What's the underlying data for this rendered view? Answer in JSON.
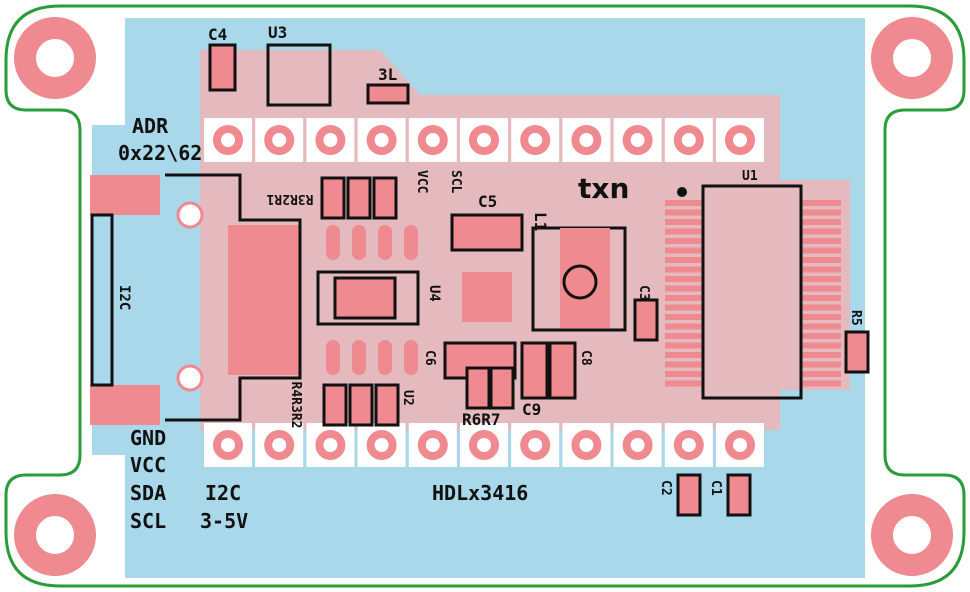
{
  "title": "HDLx3416 I2C display board PCB layout",
  "colors": {
    "board": "#a8d8ea",
    "copper": "#ee8a90",
    "copper_light": "#f2b3b3",
    "pad_bg": "#ffffff",
    "silk": "#111111",
    "outline": "#2a9d3a"
  },
  "labels": {
    "c4": "C4",
    "u3": "U3",
    "jl": "3L",
    "adr": "ADR",
    "addr_values": "0x22\\62",
    "r_top": "R3R2R1",
    "vcc_scl_top": "VCC",
    "scl_top": "SCL",
    "c5": "C5",
    "l1": "L1",
    "logo": "txn",
    "u1": "U1",
    "u4": "U4",
    "c3": "C3",
    "r5": "R5",
    "i2c_conn": "I2C",
    "c6": "C6",
    "r_bot": "R4R3R2",
    "u2": "U2",
    "r6r7": "R6R7",
    "c9": "C9",
    "c8": "C8",
    "c2": "C2",
    "c1": "C1",
    "gnd": "GND",
    "vcc": "VCC",
    "sda": "SDA",
    "scl": "SCL",
    "i2c": "I2C",
    "voltage": "3-5V",
    "part": "HDLx3416"
  }
}
